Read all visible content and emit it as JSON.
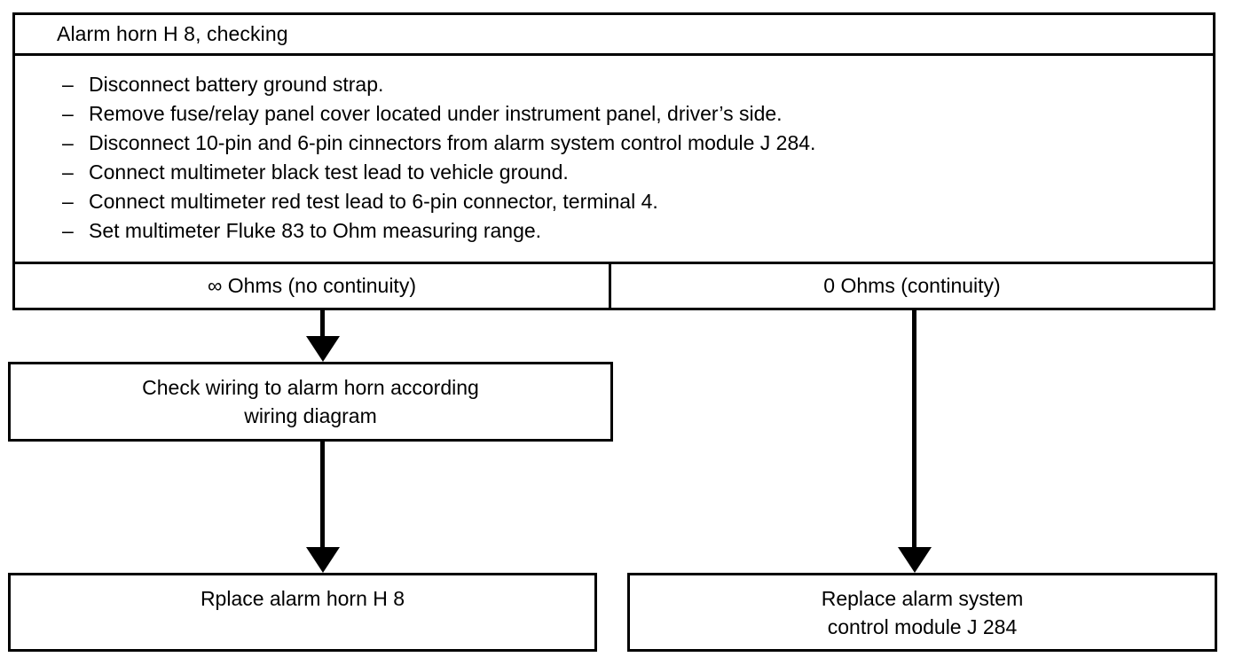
{
  "diagram": {
    "title": "Alarm horn H 8, checking",
    "type": "diagnostic-flowchart",
    "header": {
      "label": "Alarm horn H 8, checking"
    },
    "steps": {
      "bullet": "–",
      "items": [
        "Disconnect battery ground strap.",
        "Remove fuse/relay panel cover located under instrument panel, driver’s side.",
        "Disconnect 10-pin and 6-pin cinnectors from alarm system control module J 284.",
        "Connect multimeter black test lead to vehicle ground.",
        "Connect multimeter red test lead to 6-pin connector, terminal 4.",
        "Set multimeter Fluke 83 to Ohm measuring range."
      ]
    },
    "results": {
      "left": {
        "symbol": "∞",
        "label": "Ohms (no continuity)",
        "full": "∞ Ohms (no continuity)"
      },
      "right": {
        "symbol": "0",
        "label": "Ohms (continuity)",
        "full": "0 Ohms (continuity)"
      }
    },
    "actions": {
      "check_wiring": "Check wiring to alarm horn according\nwiring diagram",
      "replace_horn": "Rplace alarm horn H 8",
      "replace_module": "Replace alarm system\ncontrol module J 284"
    },
    "colors": {
      "ink": "#000000",
      "paper": "#ffffff"
    }
  }
}
